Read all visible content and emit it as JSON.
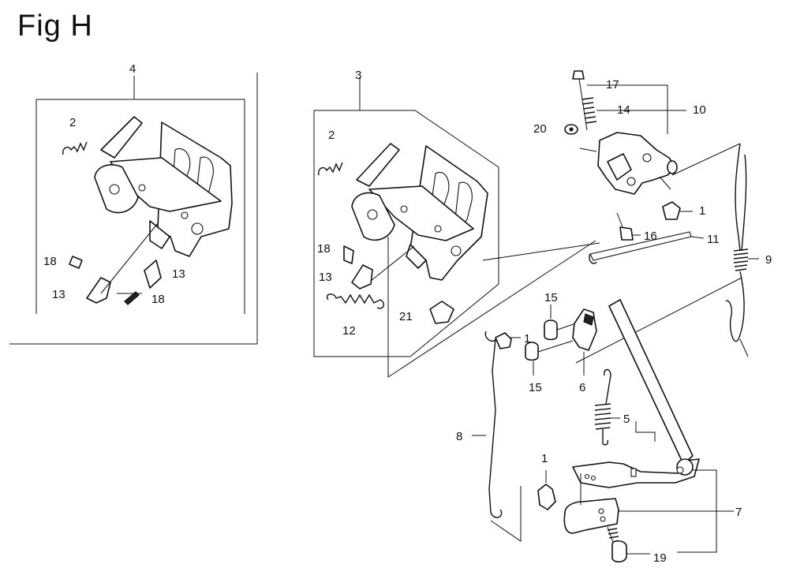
{
  "figure": {
    "title": "Fig H"
  },
  "callouts": [
    {
      "id": "c4",
      "text": "4"
    },
    {
      "id": "c2a",
      "text": "2"
    },
    {
      "id": "c18a",
      "text": "18"
    },
    {
      "id": "c13a",
      "text": "13"
    },
    {
      "id": "c13b",
      "text": "13"
    },
    {
      "id": "c18b",
      "text": "18"
    },
    {
      "id": "c3",
      "text": "3"
    },
    {
      "id": "c2b",
      "text": "2"
    },
    {
      "id": "c18c",
      "text": "18"
    },
    {
      "id": "c13c",
      "text": "13"
    },
    {
      "id": "c12",
      "text": "12"
    },
    {
      "id": "c21",
      "text": "21"
    },
    {
      "id": "c17",
      "text": "17"
    },
    {
      "id": "c14",
      "text": "14"
    },
    {
      "id": "c10",
      "text": "10"
    },
    {
      "id": "c20",
      "text": "20"
    },
    {
      "id": "c1a",
      "text": "1"
    },
    {
      "id": "c16",
      "text": "16"
    },
    {
      "id": "c11",
      "text": "11"
    },
    {
      "id": "c9",
      "text": "9"
    },
    {
      "id": "c15a",
      "text": "15"
    },
    {
      "id": "c1b",
      "text": "1"
    },
    {
      "id": "c15b",
      "text": "15"
    },
    {
      "id": "c6",
      "text": "6"
    },
    {
      "id": "c5",
      "text": "5"
    },
    {
      "id": "c8",
      "text": "8"
    },
    {
      "id": "c1c",
      "text": "1"
    },
    {
      "id": "c7",
      "text": "7"
    },
    {
      "id": "c19",
      "text": "19"
    }
  ]
}
